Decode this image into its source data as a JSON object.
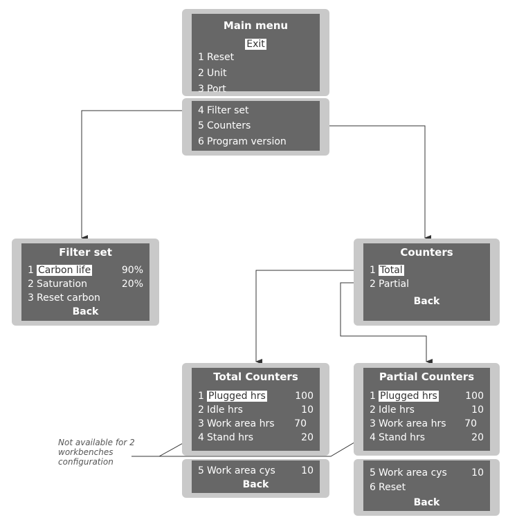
{
  "main_menu": {
    "title": "Main menu",
    "exit": "Exit",
    "items": [
      {
        "num": "1",
        "label": "Reset"
      },
      {
        "num": "2",
        "label": "Unit"
      },
      {
        "num": "3",
        "label": "Port"
      }
    ],
    "items_more": [
      {
        "num": "4",
        "label": "Filter set"
      },
      {
        "num": "5",
        "label": "Counters"
      },
      {
        "num": "6",
        "label": "Program version"
      }
    ]
  },
  "filter_set": {
    "title": "Filter set",
    "items": [
      {
        "num": "1",
        "label": "Carbon life",
        "value": "90%"
      },
      {
        "num": "2",
        "label": "Saturation",
        "value": "20%"
      },
      {
        "num": "3",
        "label": "Reset carbon"
      }
    ],
    "back": "Back"
  },
  "counters": {
    "title": "Counters",
    "items": [
      {
        "num": "1",
        "label": "Total"
      },
      {
        "num": "2",
        "label": "Partial"
      }
    ],
    "back": "Back"
  },
  "total_counters": {
    "title": "Total Counters",
    "items": [
      {
        "num": "1",
        "label": "Plugged hrs",
        "value": "100"
      },
      {
        "num": "2",
        "label": "Idle hrs",
        "value": "10"
      },
      {
        "num": "3",
        "label": "Work area hrs",
        "value": "70"
      },
      {
        "num": "4",
        "label": "Stand hrs",
        "value": "20"
      }
    ],
    "extra": [
      {
        "num": "5",
        "label": "Work area cys",
        "value": "10"
      }
    ],
    "back": "Back"
  },
  "partial_counters": {
    "title": "Partial Counters",
    "items": [
      {
        "num": "1",
        "label": "Plugged hrs",
        "value": "100"
      },
      {
        "num": "2",
        "label": "Idle hrs",
        "value": "10"
      },
      {
        "num": "3",
        "label": "Work area hrs",
        "value": "70"
      },
      {
        "num": "4",
        "label": "Stand hrs",
        "value": "20"
      }
    ],
    "extra": [
      {
        "num": "5",
        "label": "Work area cys",
        "value": "10"
      },
      {
        "num": "6",
        "label": "Reset"
      }
    ],
    "back": "Back"
  },
  "note": "Not available for 2 workbenches configuration",
  "colors": {
    "screen": "#676767",
    "bezel": "#c9c9c9",
    "line": "#333333"
  }
}
